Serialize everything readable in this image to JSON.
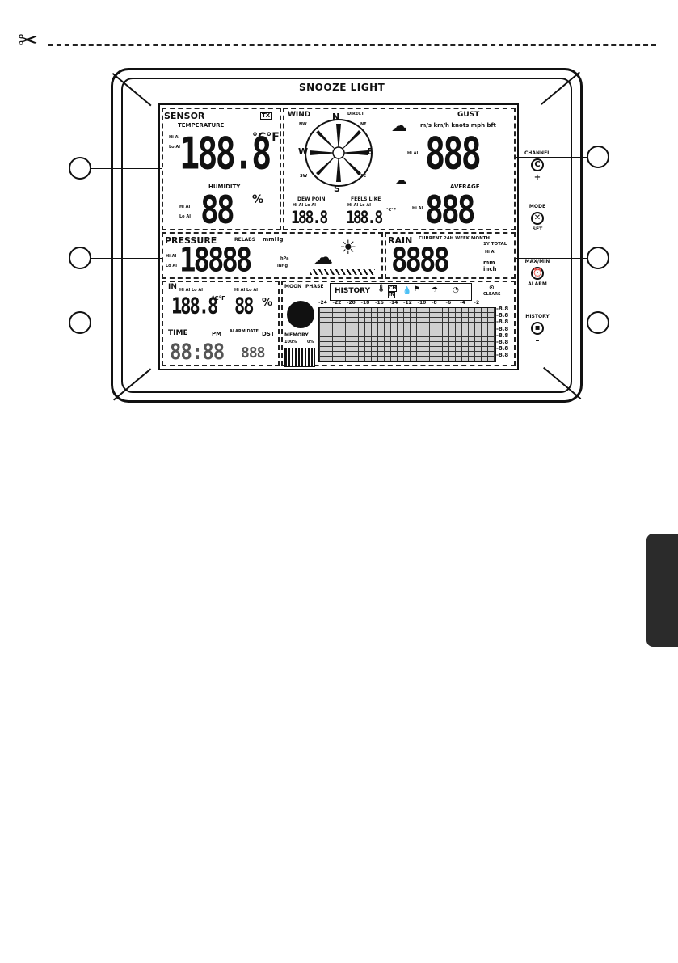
{
  "brand": "SNOOZE LIGHT",
  "sensor": {
    "title": "SENSOR",
    "tx": "TX",
    "temperature_label": "TEMPERATURE",
    "temperature_digits": "188.8",
    "temperature_units": "°C°F",
    "humidity_label": "HUMIDITY",
    "humidity_digits": "88",
    "percent": "%",
    "hi_al": "Hi Al",
    "lo_al": "Lo Al"
  },
  "wind": {
    "title": "WIND",
    "direct": "DIRECT",
    "n": "N",
    "s": "S",
    "e": "E",
    "w": "W",
    "nw": "NW",
    "ne": "NE",
    "sw": "SW",
    "se": "SE",
    "gust_label": "GUST",
    "units": "m/s km/h knots mph bft",
    "gust_digits": "888",
    "average_label": "AVERAGE",
    "average_digits": "888",
    "dew_point_label": "DEW POIN",
    "dew_point_digits": "188.8",
    "feels_like_label": "FEELS LIKE",
    "feels_like_digits": "188.8",
    "hi_al_lo_al": "Hi Al Lo Al",
    "cf": "°C°F"
  },
  "pressure": {
    "title": "PRESSURE",
    "relabs": "RELABS",
    "mmhg": "mmHg",
    "digits": "18888",
    "hpa": "hPa",
    "inhg": "inHg"
  },
  "rain": {
    "title": "RAIN",
    "periods": "CURRENT 24H WEEK MONTH",
    "total": "1Y TOTAL",
    "digits": "8888",
    "mm": "mm",
    "inch": "inch"
  },
  "indoor": {
    "title": "IN",
    "temp_digits": "188.8",
    "cf": "°C°F",
    "hum_digits": "88",
    "percent": "%",
    "time_label": "TIME",
    "pm": "PM",
    "alarm_date": "ALARM DATE",
    "dst": "DST",
    "time_digits": "88:88",
    "time_right_digits": "888"
  },
  "moon": {
    "label": "MOON",
    "phase": "PHASE",
    "memory": "MEMORY",
    "pct_100": "100%",
    "pct_0": "0%"
  },
  "history": {
    "title": "HISTORY",
    "ch": "CH",
    "in": "IN",
    "clears": "CLEARS",
    "ticks": [
      "-24",
      "-22",
      "-20",
      "-18",
      "-16",
      "-14",
      "-12",
      "-10",
      "-8",
      "-6",
      "-4",
      "-2"
    ],
    "scale": [
      "-8.8",
      "-8.8",
      "-8.8",
      "-8.8",
      "-8.8",
      "-8.8",
      "-8.8",
      "-8.8"
    ]
  },
  "buttons": {
    "channel": "CHANNEL",
    "plus": "+",
    "mode": "MODE",
    "set": "SET",
    "maxmin": "MAX/MIN",
    "alarm": "ALARM",
    "history": "HISTORY",
    "minus": "–"
  },
  "icons": {
    "scissors": "scissors-icon",
    "sun": "sun-icon",
    "cloud": "cloud-icon",
    "moon": "moon-icon"
  }
}
